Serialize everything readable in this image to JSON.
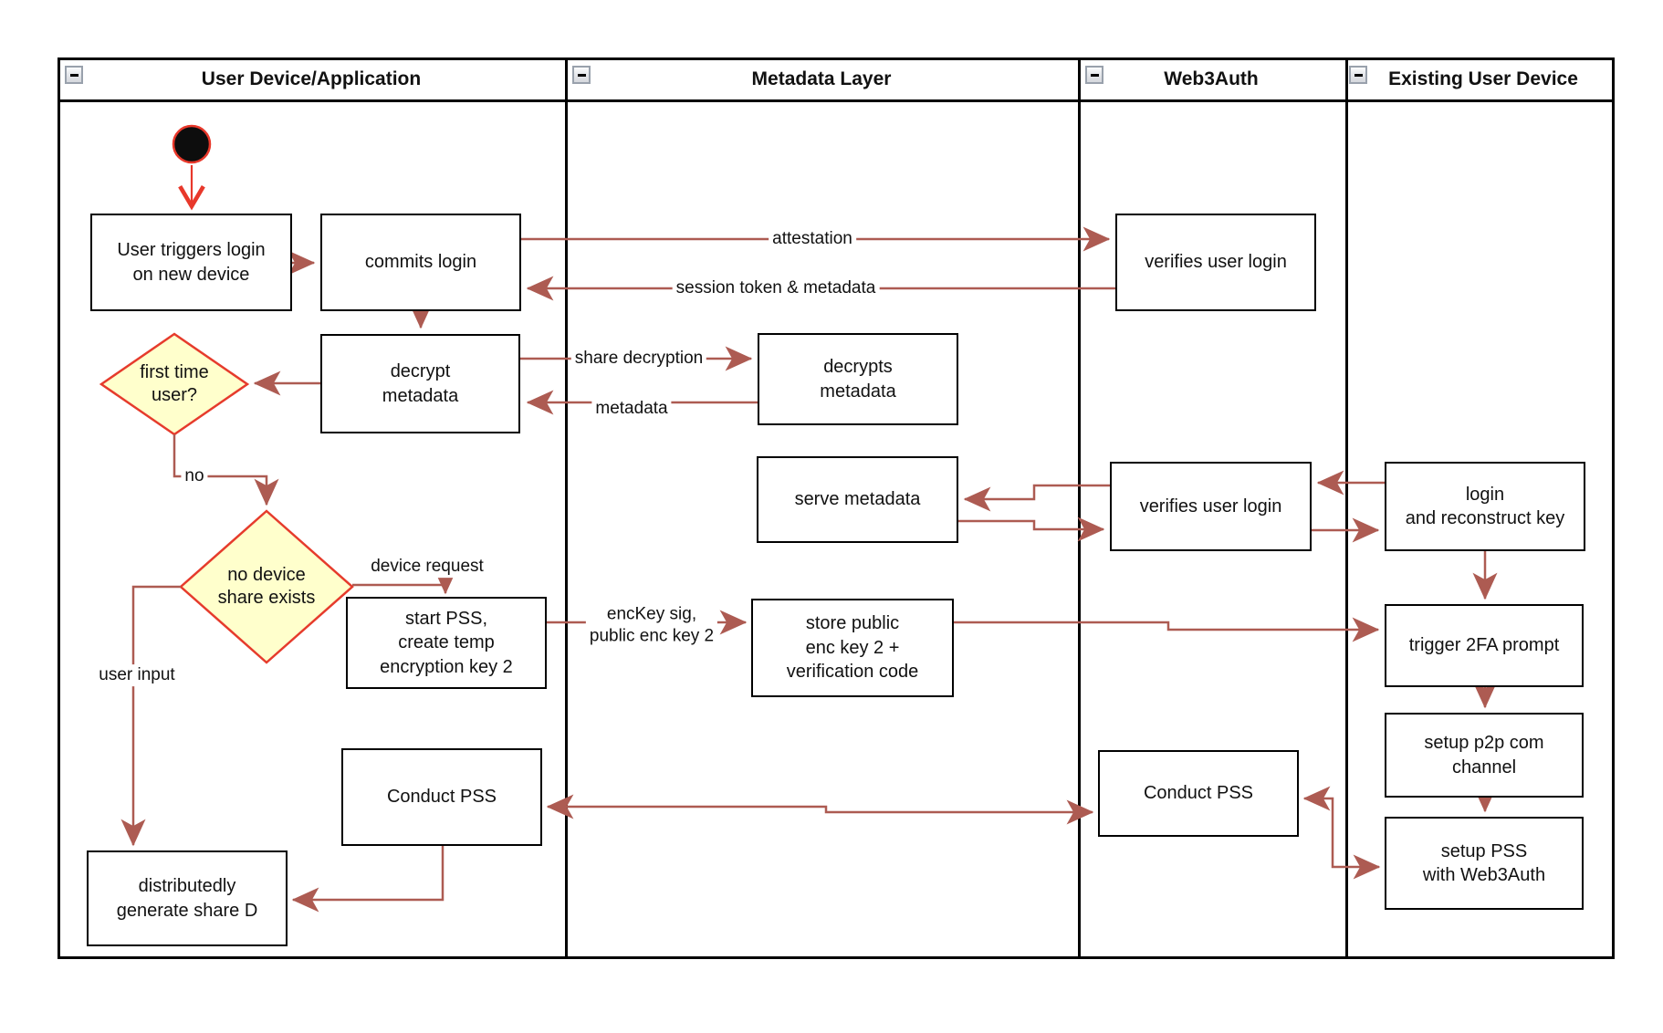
{
  "colors": {
    "edge": "#ad5b52",
    "start_arrow": "#e8382b",
    "diamond_fill": "#ffffcc",
    "diamond_border": "#e63b2c",
    "node_border": "#000000"
  },
  "lanes": [
    {
      "title": "User Device/Application"
    },
    {
      "title": "Metadata Layer"
    },
    {
      "title": "Web3Auth"
    },
    {
      "title": "Existing User Device"
    }
  ],
  "nodes": {
    "user_triggers": "User triggers login\non new device",
    "commits_login": "commits login",
    "verifies_login_top": "verifies user login",
    "decrypt_metadata": "decrypt\nmetadata",
    "decrypts_metadata": "decrypts\nmetadata",
    "first_time_user": "first time\nuser?",
    "serve_metadata": "serve metadata",
    "verifies_login_mid": "verifies user login",
    "login_reconstruct": "login\nand reconstruct key",
    "no_device_share": "no device\nshare exists",
    "start_pss": "start PSS,\ncreate temp\nencryption key 2",
    "store_public": "store public\nenc key 2 +\nverification code",
    "trigger_2fa": "trigger 2FA prompt",
    "setup_p2p": "setup p2p com\nchannel",
    "conduct_pss_left": "Conduct PSS",
    "conduct_pss_web3": "Conduct PSS",
    "setup_pss": "setup PSS\nwith Web3Auth",
    "generate_share_d": "distributedly\ngenerate share D"
  },
  "edge_labels": {
    "attestation": "attestation",
    "session_token": "session token & metadata",
    "share_decryption": "share decryption",
    "metadata": "metadata",
    "no": "no",
    "device_request": "device request",
    "user_input": "user input",
    "enckey": "encKey sig,\npublic enc key 2"
  }
}
